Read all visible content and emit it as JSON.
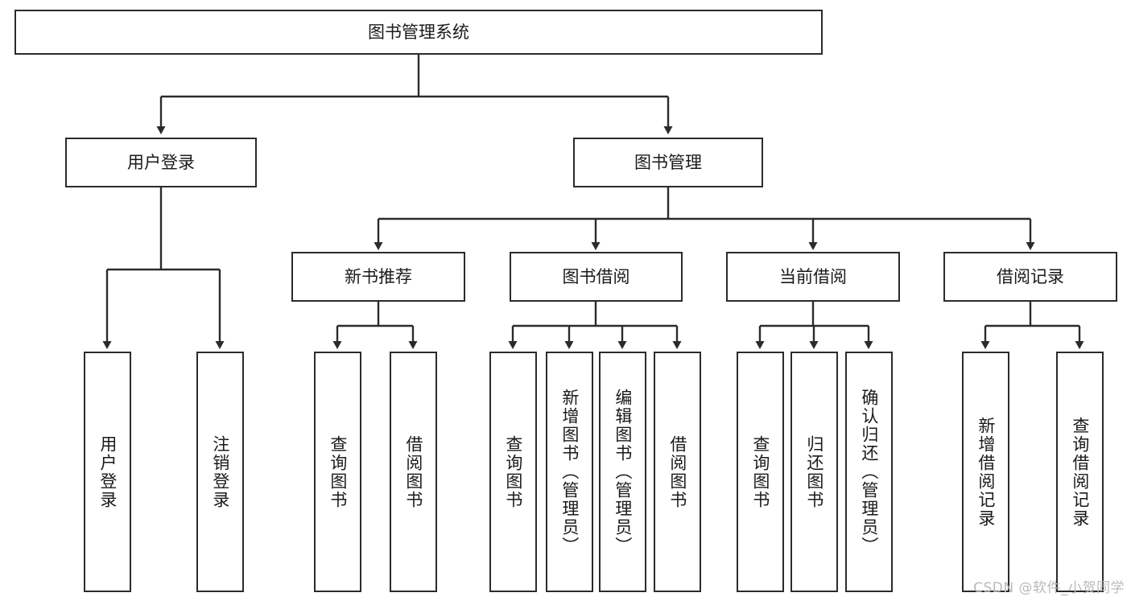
{
  "diagram": {
    "title": "图书管理系统",
    "type": "tree-hierarchy-diagram",
    "colors": {
      "node_border": "#2b2b2b",
      "node_fill": "#ffffff",
      "edge": "#2b2b2b",
      "text": "#1a1a1a",
      "watermark": "#b9b9b9",
      "background": "#ffffff"
    },
    "root": {
      "id": "root",
      "label": "图书管理系统"
    },
    "level2": [
      {
        "id": "user-login",
        "label": "用户登录"
      },
      {
        "id": "book-manage",
        "label": "图书管理"
      }
    ],
    "level3": [
      {
        "id": "new-book-rec",
        "label": "新书推荐"
      },
      {
        "id": "book-borrow",
        "label": "图书借阅"
      },
      {
        "id": "current-borrow",
        "label": "当前借阅"
      },
      {
        "id": "borrow-record",
        "label": "借阅记录"
      }
    ],
    "leaves": {
      "user_login": [
        {
          "id": "leaf-user-login",
          "label": "用户登录"
        },
        {
          "id": "leaf-logout-login",
          "label": "注销登录"
        }
      ],
      "new_book_rec": [
        {
          "id": "leaf-query-book-1",
          "label": "查询图书"
        },
        {
          "id": "leaf-borrow-book-1",
          "label": "借阅图书"
        }
      ],
      "book_borrow": [
        {
          "id": "leaf-query-book-2",
          "label": "查询图书"
        },
        {
          "id": "leaf-add-book",
          "label": "新增图书（管理员）"
        },
        {
          "id": "leaf-edit-book",
          "label": "编辑图书（管理员）"
        },
        {
          "id": "leaf-borrow-book-2",
          "label": "借阅图书"
        }
      ],
      "current_borrow": [
        {
          "id": "leaf-query-book-3",
          "label": "查询图书"
        },
        {
          "id": "leaf-return-book",
          "label": "归还图书"
        },
        {
          "id": "leaf-confirm-return",
          "label": "确认归还（管理员）"
        }
      ],
      "borrow_record": [
        {
          "id": "leaf-add-record",
          "label": "新增借阅记录"
        },
        {
          "id": "leaf-query-record",
          "label": "查询借阅记录"
        }
      ]
    }
  },
  "watermark": {
    "text": "CSDN @软件_小贺同学"
  }
}
